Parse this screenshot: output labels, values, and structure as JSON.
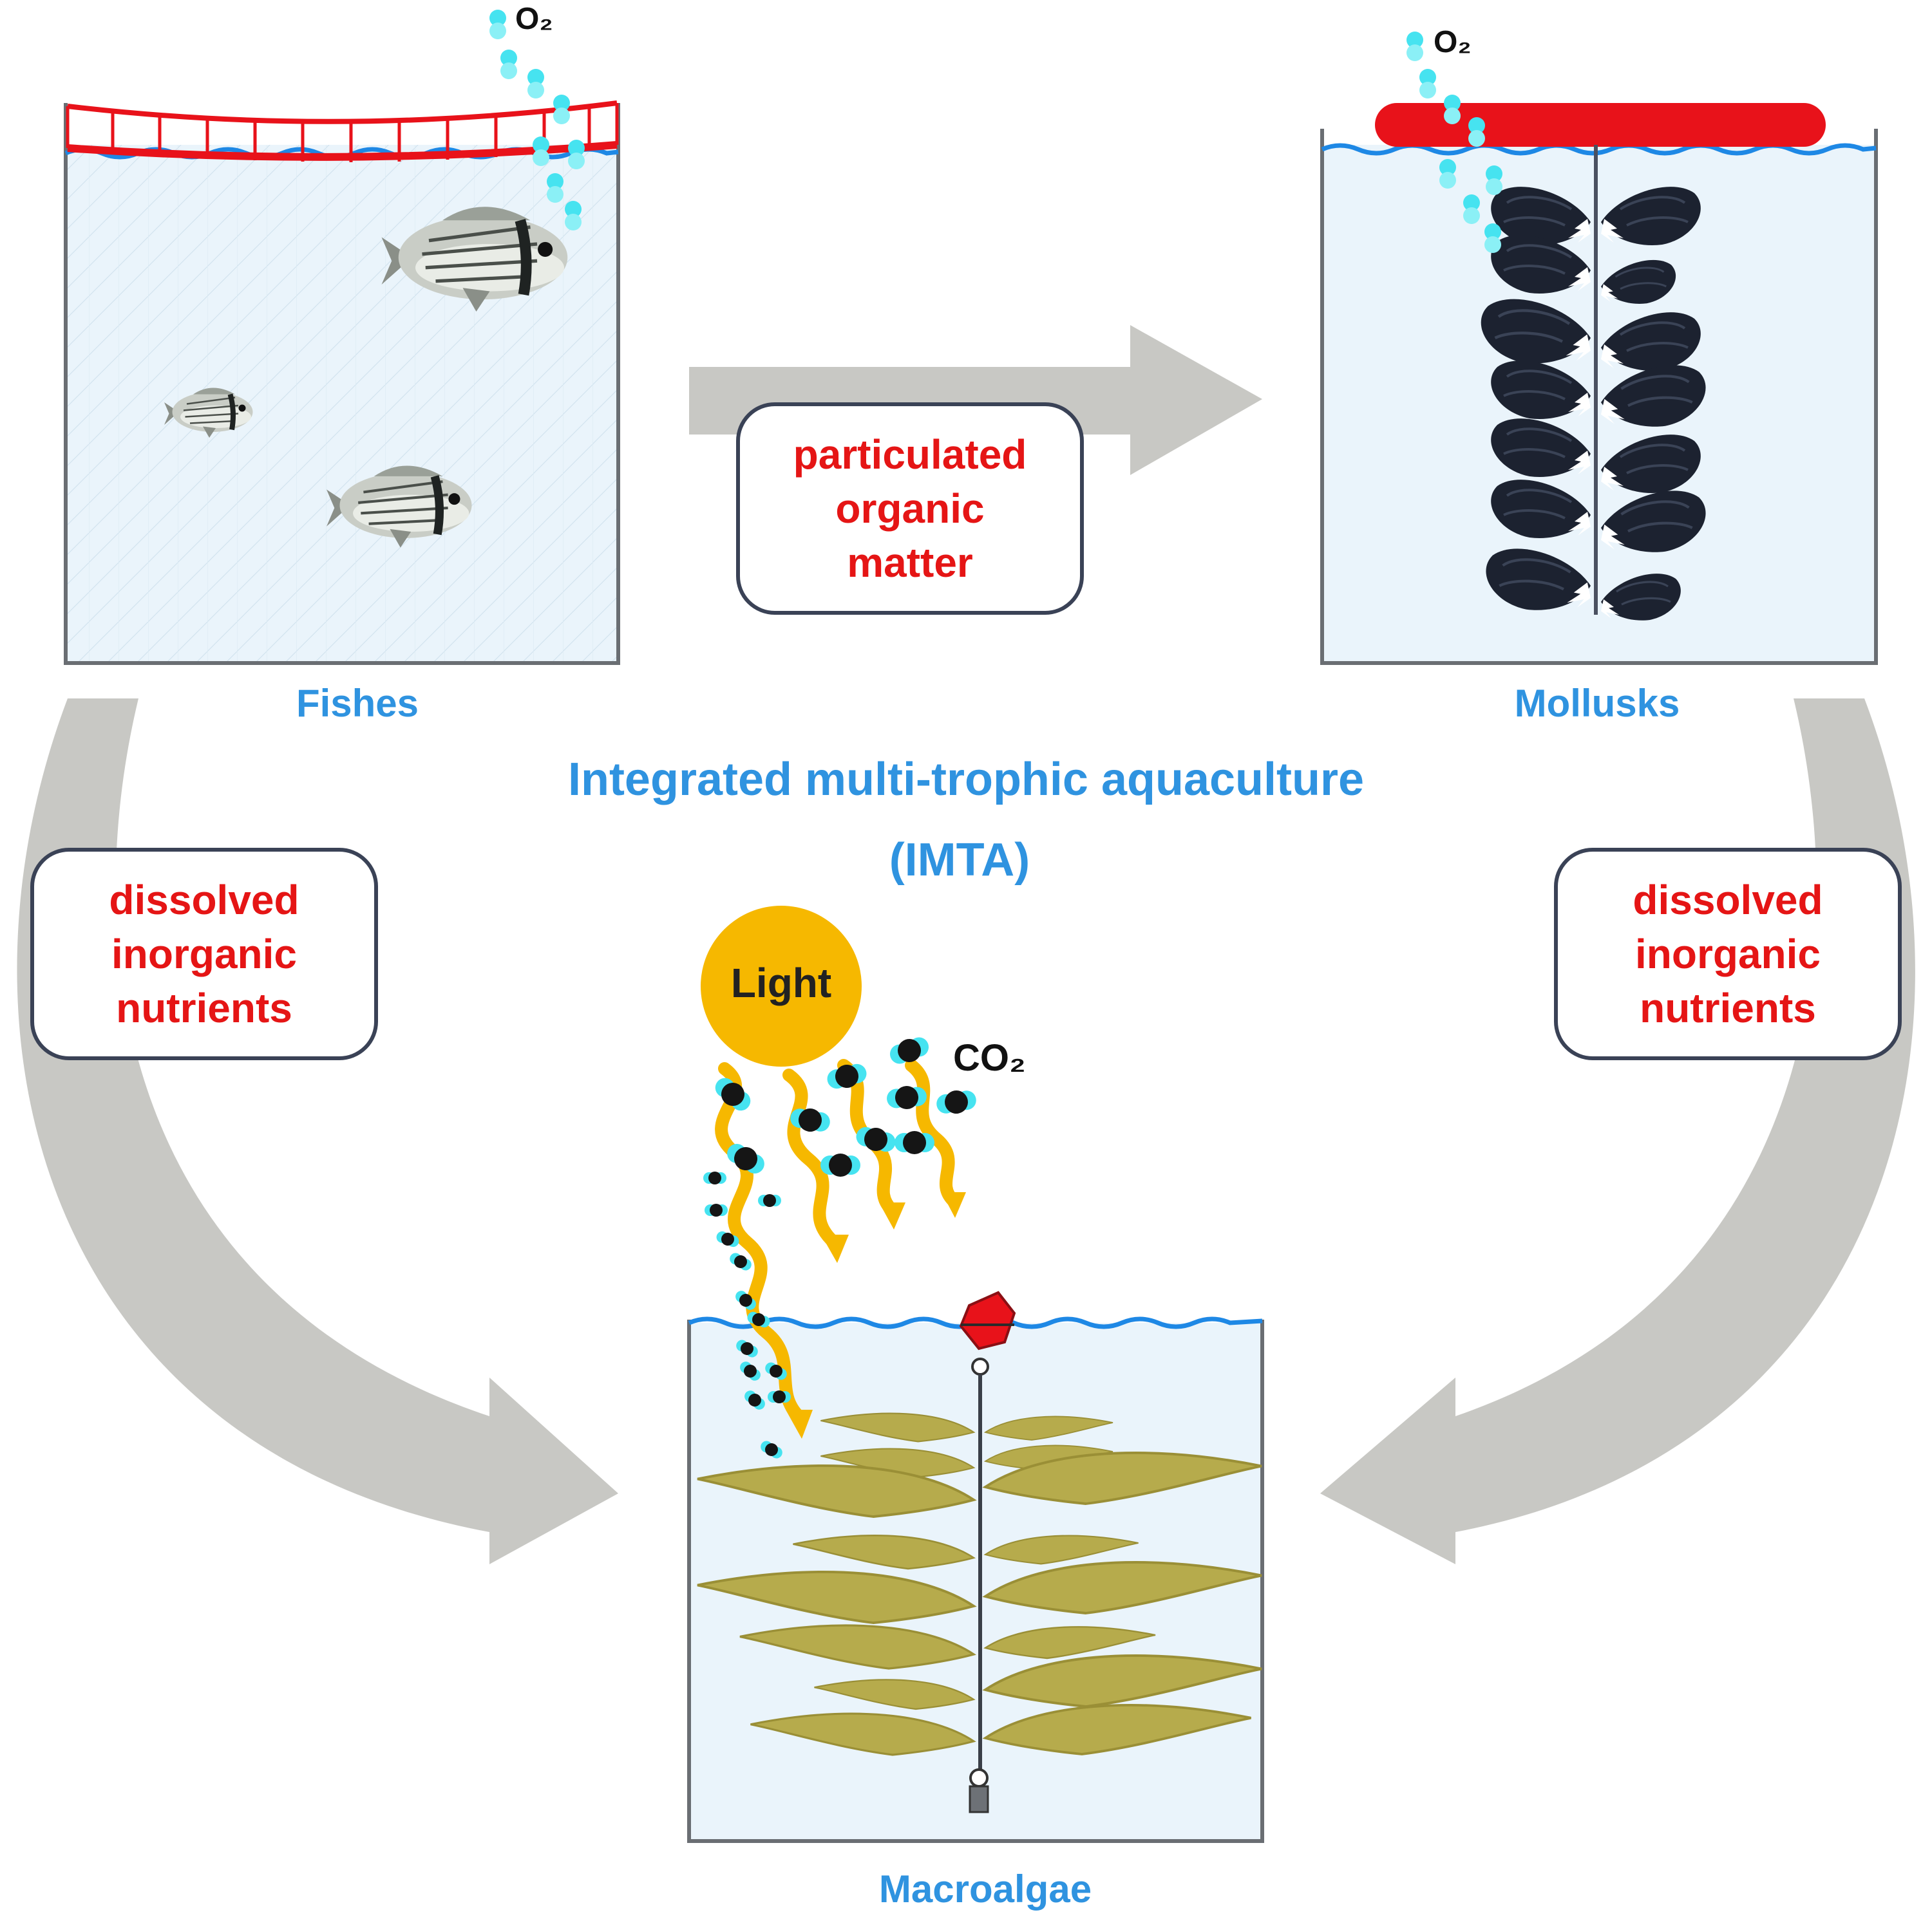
{
  "title_line1": "Integrated multi-trophic aquaculture",
  "title_line2": "(IMTA)",
  "tanks": {
    "fishes": "Fishes",
    "mollusks": "Mollusks",
    "macroalgae": "Macroalgae"
  },
  "flows": {
    "top": {
      "line1": "particulated",
      "line2": "organic",
      "line3": "matter"
    },
    "left": {
      "line1": "dissolved",
      "line2": "inorganic",
      "line3": "nutrients"
    },
    "right": {
      "line1": "dissolved",
      "line2": "inorganic",
      "line3": "nutrients"
    }
  },
  "inputs": {
    "light": "Light",
    "co2": "CO₂",
    "o2_fish": "O₂",
    "o2_mollusk": "O₂"
  },
  "colors": {
    "label_blue": "#2f93e0",
    "label_red": "#e51515",
    "arrow_gray": "#c8c8c4",
    "water": "#eaf4fb",
    "water_line": "#1e88e5",
    "net_red": "#e8121a",
    "sun": "#f6b800",
    "kelp": "#b6ab4c",
    "mussel": "#1c2230",
    "oxygen": "#46e3f0"
  }
}
